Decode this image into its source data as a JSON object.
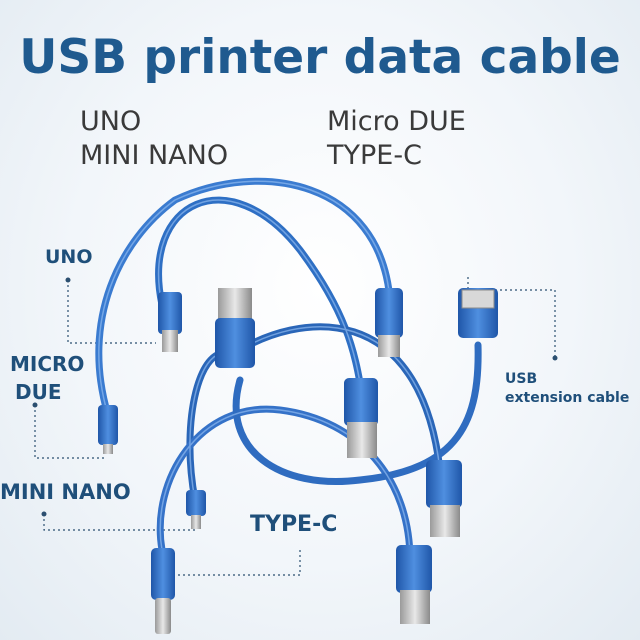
{
  "title": "USB printer data cable",
  "models": {
    "left_line1": "UNO",
    "left_line2": "MINI NANO",
    "right_line1": "Micro DUE",
    "right_line2": "TYPE-C"
  },
  "callouts": {
    "uno": "UNO",
    "micro_line1": "MICRO",
    "micro_line2": "DUE",
    "mini_nano": "MINI NANO",
    "type_c": "TYPE-C",
    "ext_line1": "USB",
    "ext_line2": "extension cable"
  },
  "colors": {
    "title": "#1f5a8f",
    "cable": "#2e6fc4",
    "callout": "#1f4f7a"
  }
}
